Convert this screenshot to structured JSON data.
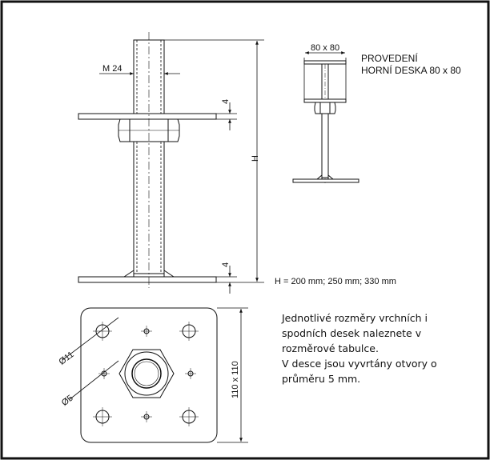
{
  "drawing": {
    "thread_label": "M 24",
    "plate_thickness_top": "4",
    "plate_thickness_bottom": "4",
    "height_symbol": "H",
    "height_values": "H = 200 mm; 250 mm; 330 mm",
    "variant_width_label": "80 x 80",
    "variant_title_line1": "PROVEDENÍ",
    "variant_title_line2": "HORNÍ DESKA 80 x 80",
    "large_hole_label": "Ø11",
    "small_hole_label": "Ø5",
    "plate_size_label": "110 x 110"
  },
  "note": {
    "lines": [
      "Jednotlivé rozměry vrchních i",
      "spodních desek naleznete v",
      "rozměrové tabulce.",
      "V desce jsou vyvrtány otvory o",
      "průměru 5 mm."
    ]
  }
}
